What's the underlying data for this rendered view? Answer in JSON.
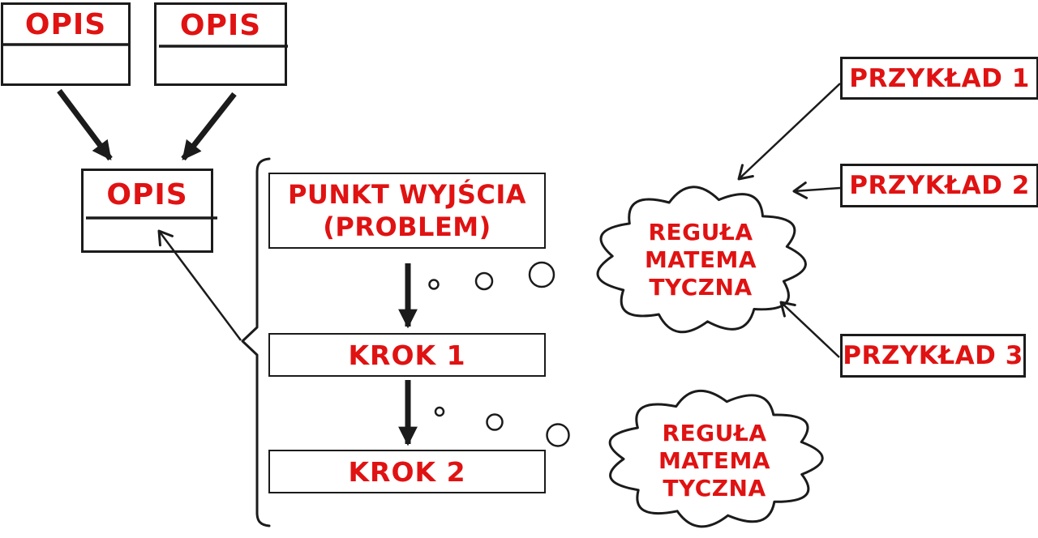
{
  "colors": {
    "text_red": "#e01212",
    "line_black": "#1b1b1b",
    "background": "#ffffff"
  },
  "parent_descriptions": [
    {
      "label": "OPIS"
    },
    {
      "label": "OPIS"
    }
  ],
  "merged_description": {
    "label": "OPIS"
  },
  "flow": {
    "start": {
      "line1": "PUNKT WYJŚCIA",
      "line2": "(PROBLEM)"
    },
    "steps": [
      {
        "label": "KROK 1"
      },
      {
        "label": "KROK 2"
      }
    ]
  },
  "rules": [
    {
      "line1": "REGUŁA",
      "line2": "MATEMA",
      "line3": "TYCZNA"
    },
    {
      "line1": "REGUŁA",
      "line2": "MATEMA",
      "line3": "TYCZNA"
    }
  ],
  "examples": [
    {
      "label": "PRZYKŁAD 1"
    },
    {
      "label": "PRZYKŁAD 2"
    },
    {
      "label": "PRZYKŁAD 3"
    }
  ]
}
